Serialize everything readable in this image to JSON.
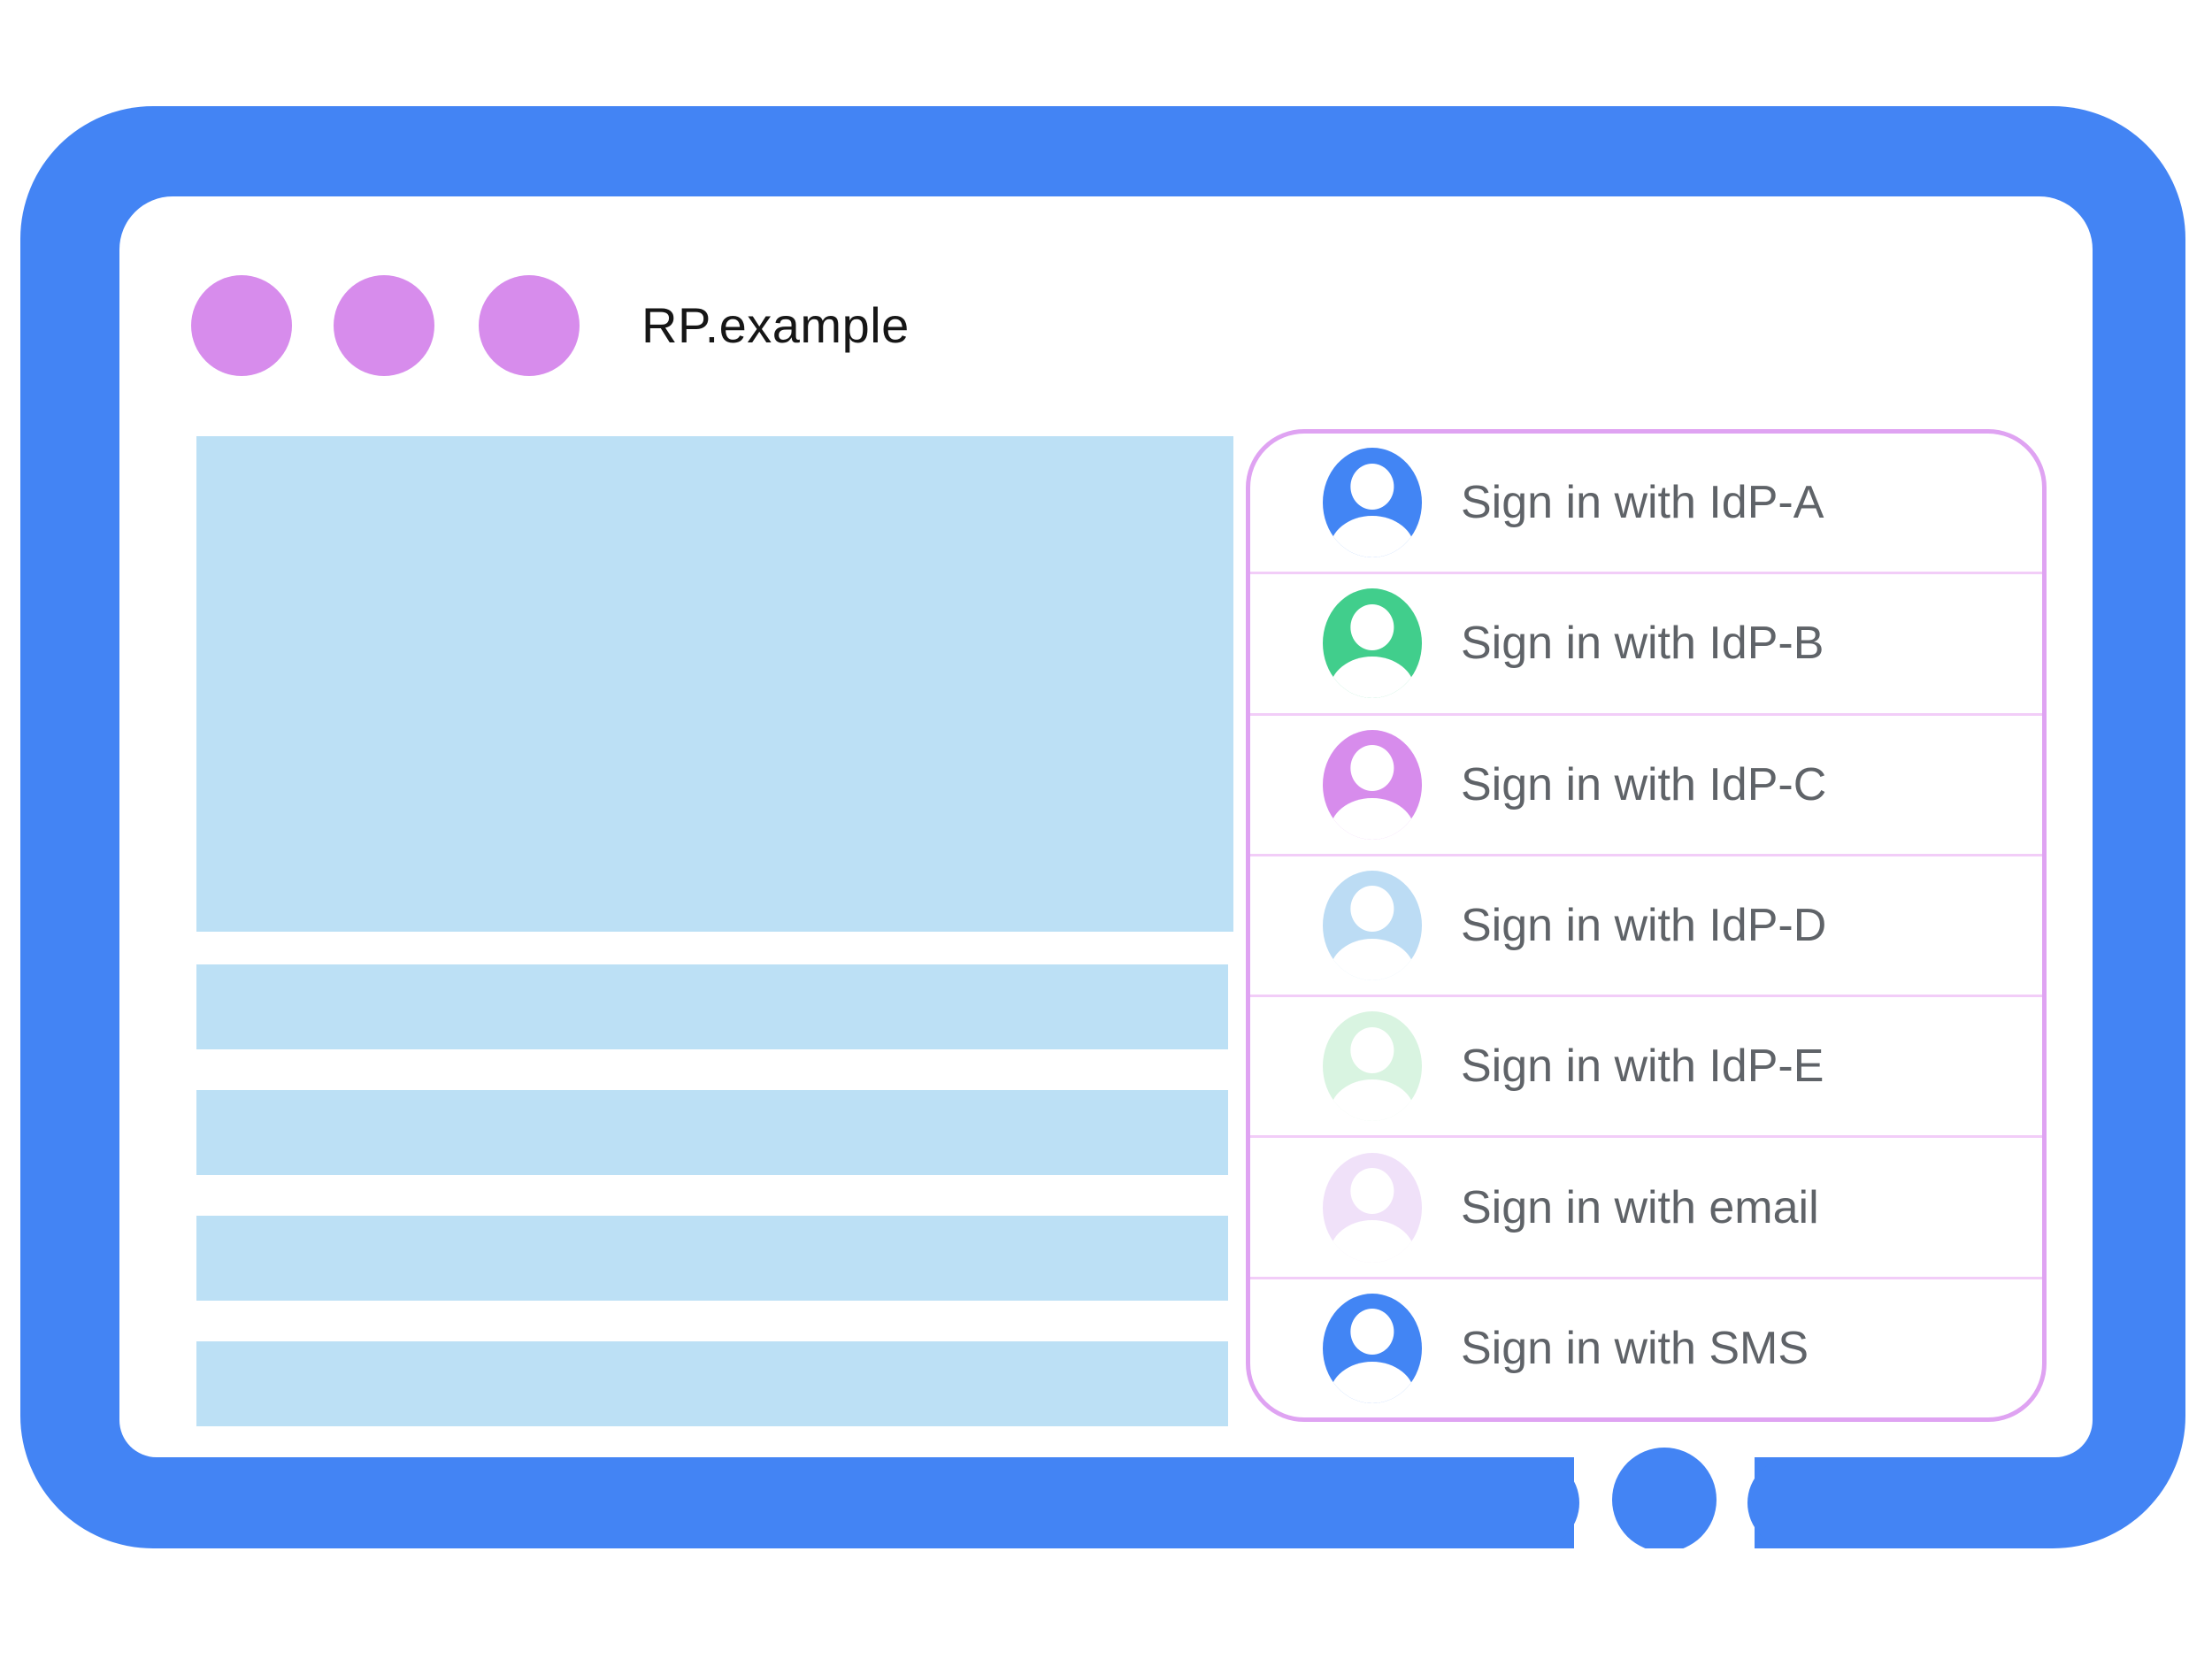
{
  "window": {
    "title": "RP.example",
    "controls": [
      "window-dot",
      "window-dot",
      "window-dot"
    ]
  },
  "main_content": {
    "placeholder_blocks": [
      "hero-block",
      "text-line",
      "text-line",
      "text-line",
      "text-line"
    ]
  },
  "signin_panel": {
    "items": [
      {
        "label": "Sign in with IdP-A",
        "avatar_color": "#4285F4"
      },
      {
        "label": "Sign in with IdP-B",
        "avatar_color": "#41CE8C"
      },
      {
        "label": "Sign in with IdP-C",
        "avatar_color": "#D78CEC"
      },
      {
        "label": "Sign in with IdP-D",
        "avatar_color": "#BCDCF4"
      },
      {
        "label": "Sign in with IdP-E",
        "avatar_color": "#D9F4E1"
      },
      {
        "label": "Sign in with email",
        "avatar_color": "#F0E1F9"
      },
      {
        "label": "Sign in with SMS",
        "avatar_color": "#4285F4"
      }
    ]
  },
  "colors": {
    "frame_blue": "#4384F4",
    "window_dot": "#D78CEC",
    "panel_border": "#DFA3F2",
    "panel_divider": "#F2CDF8",
    "placeholder_blue": "#BCE0F5",
    "label_gray": "#5F6368",
    "title_black": "#161616"
  }
}
